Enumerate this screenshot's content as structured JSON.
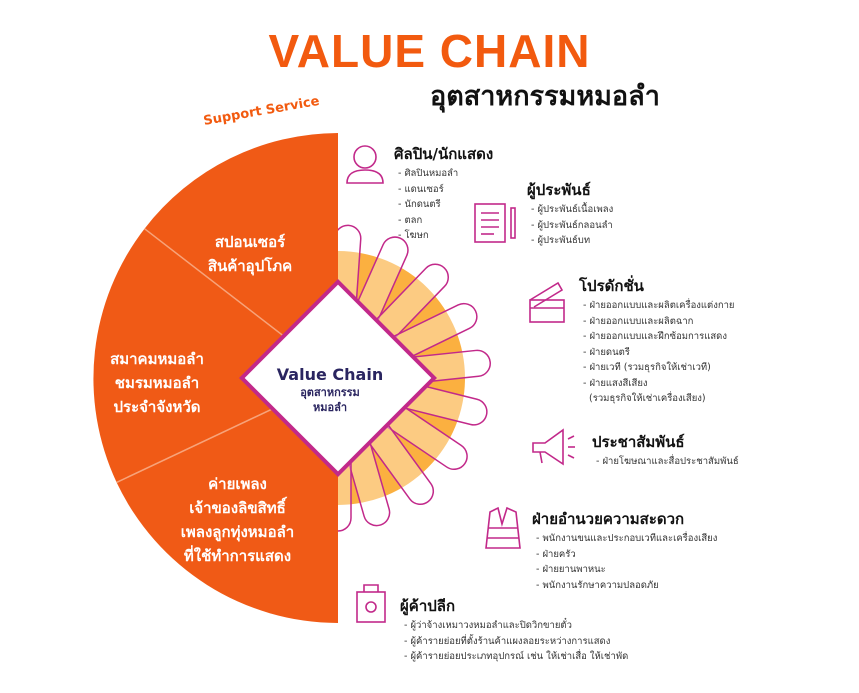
{
  "title": "VALUE CHAIN",
  "subtitle": "อุตสาหกรรมหมอลำ",
  "support_label": "Support Service",
  "support_segments": [
    {
      "lines": [
        "สปอนเซอร์",
        "สินค้าอุปโภค"
      ]
    },
    {
      "lines": [
        "สมาคมหมอลำ",
        "ชมรมหมอลำ",
        "ประจำจังหวัด"
      ]
    },
    {
      "lines": [
        "ค่ายเพลง",
        "เจ้าของลิขสิทธิ์",
        "เพลงลูกทุ่งหมอลำ",
        "ที่ใช้ทำการแสดง"
      ]
    }
  ],
  "center": {
    "title": "Value Chain",
    "subtitle_lines": [
      "อุตสาหกรรม",
      "หมอลำ"
    ]
  },
  "colors": {
    "title_orange": "#f25a0f",
    "segment_orange": "#f05a16",
    "sun_yellow": "#fbb040",
    "petal_magenta": "#c2298a",
    "diamond_border": "#c2298a",
    "center_text": "#2a2560"
  },
  "roles": [
    {
      "title": "ศิลปิน/นักแสดง",
      "icon": "person-icon",
      "items": [
        "- ศิลปินหมอลำ",
        "- แดนเซอร์",
        "- นักดนตรี",
        "- ตลก",
        "- โฆษก"
      ]
    },
    {
      "title": "ผู้ประพันธ์",
      "icon": "document-pen-icon",
      "items": [
        "- ผู้ประพันธ์เนื้อเพลง",
        "- ผู้ประพันธ์กลอนลำ",
        "- ผู้ประพันธ์บท"
      ]
    },
    {
      "title": "โปรดักชั่น",
      "icon": "clapperboard-icon",
      "items": [
        "- ฝ่ายออกแบบและผลิตเครื่องแต่งกาย",
        "- ฝ่ายออกแบบและผลิตฉาก",
        "- ฝ่ายออกแบบและฝึกซ้อมการแสดง",
        "- ฝ่ายดนตรี",
        "- ฝ่ายเวที (รวมธุรกิจให้เช่าเวที)",
        "- ฝ่ายแสงสีเสียง",
        "  (รวมธุรกิจให้เช่าเครื่องเสียง)"
      ]
    },
    {
      "title": "ประชาสัมพันธ์",
      "icon": "megaphone-icon",
      "items": [
        "- ฝ่ายโฆษณาและสื่อประชาสัมพันธ์"
      ]
    },
    {
      "title": "ฝ่ายอำนวยความสะดวก",
      "icon": "safety-vest-icon",
      "items": [
        "- พนักงานขนและประกอบเวทีและเครื่องเสียง",
        "- ฝ่ายครัว",
        "- ฝ่ายยานพาหนะ",
        "- พนักงานรักษาความปลอดภัย"
      ]
    },
    {
      "title": "ผู้ค้าปลีก",
      "icon": "shopping-bag-icon",
      "items": [
        "- ผู้ว่าจ้างเหมาวงหมอลำและปิดวิกขายตั๋ว",
        "- ผู้ค้ารายย่อยที่ตั้งร้านค้าแผงลอยระหว่างการแสดง",
        "- ผู้ค้ารายย่อยประเภทอุปกรณ์ เช่น ให้เช่าเสื่อ ให้เช่าพัด"
      ]
    }
  ]
}
